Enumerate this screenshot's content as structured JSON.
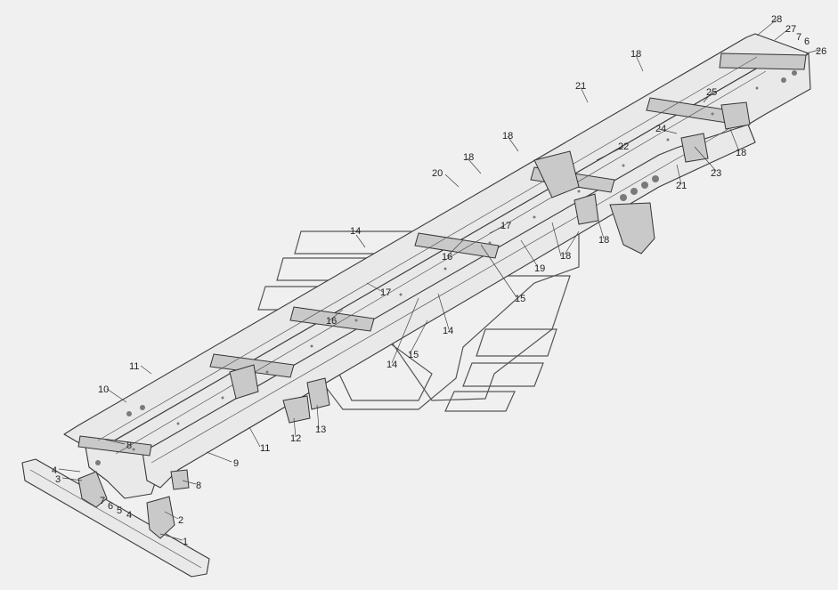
{
  "callouts": {
    "c1": "1",
    "c2": "2",
    "c3": "3",
    "c4a": "4",
    "c4b": "4",
    "c5": "5",
    "c6a": "6",
    "c6b": "6",
    "c7a": "7",
    "c7b": "7",
    "c8a": "8",
    "c8b": "8",
    "c9": "9",
    "c10": "10",
    "c11a": "11",
    "c11b": "11",
    "c12": "12",
    "c13": "13",
    "c14a": "14",
    "c14b": "14",
    "c14c": "14",
    "c15a": "15",
    "c15b": "15",
    "c16a": "16",
    "c16b": "16",
    "c17a": "17",
    "c17b": "17",
    "c18a": "18",
    "c18b": "18",
    "c18c": "18",
    "c18d": "18",
    "c18e": "18",
    "c18f": "18",
    "c19": "19",
    "c20": "20",
    "c21a": "21",
    "c21b": "21",
    "c22": "22",
    "c23": "23",
    "c24": "24",
    "c25": "25",
    "c26": "26",
    "c27": "27",
    "c28": "28"
  }
}
